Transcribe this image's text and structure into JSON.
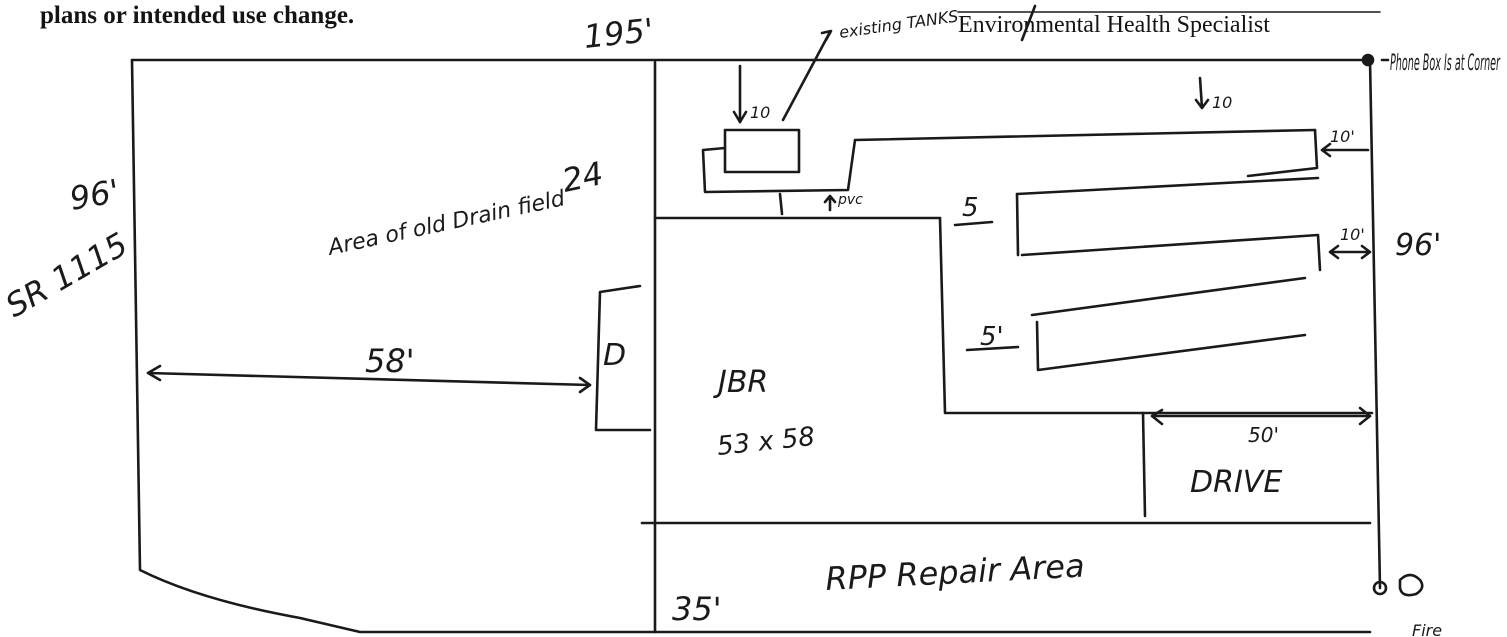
{
  "header": {
    "instruction_fragment": "plans or intended use change.",
    "signer_title": "Environmental Health Specialist"
  },
  "sketch": {
    "labels": {
      "frontage": "195'",
      "existing_tanks": "existing TANKS",
      "depth_left": "96'",
      "depth_right": "96'",
      "tank_setback": "10",
      "trench_setback_top": "10",
      "corner_setback_1": "10'",
      "corner_setback_2": "10'",
      "pvc": "pvc",
      "trench_spacing_1": "5",
      "trench_spacing_2": "5'",
      "dim_24": "24",
      "old_drainfield_area": "Area of old Drain field",
      "distance_58": "58'",
      "building_marker": "D",
      "sr_road": "SR 1115",
      "jbr": "JBR",
      "jbr_size": "53 x 58",
      "drive_width": "50'",
      "drive": "DRIVE",
      "repair_area": "RPP Repair Area",
      "dim_35": "35'",
      "phone_box_note": "Phone Box Is at Corner",
      "fire_note": "Fire"
    }
  }
}
